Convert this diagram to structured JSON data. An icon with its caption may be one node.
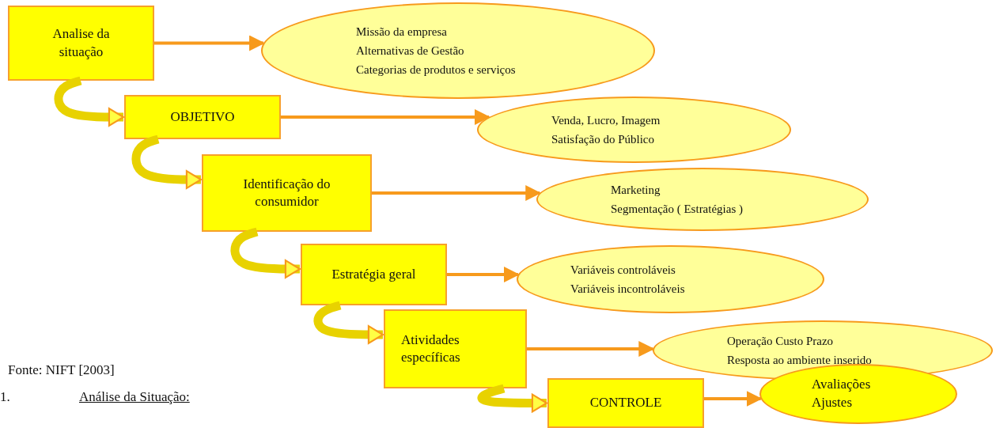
{
  "diagram": {
    "nodes": [
      {
        "text": [
          "Analise da situação"
        ]
      },
      {
        "text": [
          "Missão da empresa",
          "Alternativas de Gestão",
          "Categorias de produtos e serviços"
        ]
      },
      {
        "text": [
          "OBJETIVO"
        ]
      },
      {
        "text": [
          "Venda, Lucro, Imagem",
          "Satisfação do Público"
        ]
      },
      {
        "text": [
          "Identificação do consumidor"
        ]
      },
      {
        "text": [
          "Marketing",
          "Segmentação ( Estratégias )"
        ]
      },
      {
        "text": [
          "Estratégia geral"
        ]
      },
      {
        "text": [
          "Variáveis controláveis",
          "Variáveis incontroláveis"
        ]
      },
      {
        "text": [
          "Atividades específicas"
        ]
      },
      {
        "text": [
          "Operação Custo Prazo",
          "Resposta ao ambiente inserido"
        ]
      },
      {
        "text": [
          "CONTROLE"
        ]
      },
      {
        "text": [
          "Avaliações",
          "Ajustes"
        ]
      }
    ],
    "edges": [
      {
        "from": 0,
        "to": 1,
        "arrow": "to"
      },
      {
        "from": 2,
        "to": 3,
        "arrow": "to"
      },
      {
        "from": 4,
        "to": 5,
        "arrow": "to"
      },
      {
        "from": 6,
        "to": 7,
        "arrow": "to"
      },
      {
        "from": 8,
        "to": 9,
        "arrow": "to"
      },
      {
        "from": 10,
        "to": 11,
        "arrow": "to"
      },
      {
        "from": 0,
        "to": 2,
        "arrow": "to",
        "style": "thick"
      },
      {
        "from": 2,
        "to": 4,
        "arrow": "to",
        "style": "thick"
      },
      {
        "from": 4,
        "to": 6,
        "arrow": "to",
        "style": "thick"
      },
      {
        "from": 6,
        "to": 8,
        "arrow": "to",
        "style": "thick"
      },
      {
        "from": 8,
        "to": 10,
        "arrow": "to",
        "style": "thick"
      }
    ],
    "labels": [
      "Fonte: NIFT [2003]",
      "1.",
      "Análise da Situação:"
    ]
  }
}
